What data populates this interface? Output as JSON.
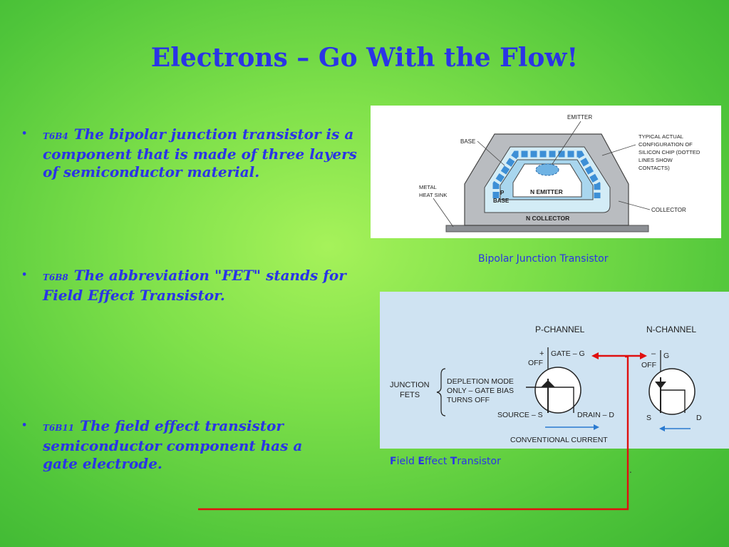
{
  "slide": {
    "title": "Electrons – Go With the Flow!",
    "bullets": [
      {
        "code": "T6B4",
        "text": "The bipolar junction transistor is a component that is made of three layers of semiconductor material."
      },
      {
        "code": "T6B8",
        "text": "The abbreviation \"FET\" stands for Field Effect Transistor."
      },
      {
        "code": "T6B11",
        "text": "The field effect transistor semiconductor component has a gate electrode."
      }
    ],
    "bullet_marker": "•",
    "bjt_caption": "Bipolar Junction Transistor",
    "fet_caption": {
      "f": "F",
      "ield": "ield ",
      "e": "E",
      "ffect": "ffect ",
      "t": "T",
      "ransistor": "ransistor"
    },
    "stray_mark": "."
  },
  "bjt_diagram": {
    "emitter": "EMITTER",
    "base": "BASE",
    "typical_1": "TYPICAL ACTUAL",
    "typical_2": "CONFIGURATION OF",
    "typical_3": "SILICON CHIP (DOTTED",
    "typical_4": "LINES SHOW",
    "typical_5": "CONTACTS)",
    "metal_1": "METAL",
    "metal_2": "HEAT SINK",
    "p": "P",
    "p_base": "BASE",
    "n_emitter": "N  EMITTER",
    "n_collector": "N  COLLECTOR",
    "collector": "COLLECTOR"
  },
  "fet_diagram": {
    "p_channel": "P-CHANNEL",
    "n_channel": "N-CHANNEL",
    "plus": "+",
    "minus": "–",
    "gate_g": "GATE – G",
    "g": "G",
    "off_p": "OFF",
    "off_n": "OFF",
    "junction": "JUNCTION",
    "fets": "FETS",
    "depl_1": "DEPLETION MODE",
    "depl_2": "ONLY – GATE BIAS",
    "depl_3": "TURNS OFF",
    "source_s": "SOURCE – S",
    "drain_d": "DRAIN – D",
    "s": "S",
    "d": "D",
    "conventional": "CONVENTIONAL CURRENT"
  },
  "colors": {
    "title": "#2a34e6",
    "red_line": "#e01010",
    "fet_bg": "#cfe3f2",
    "arrow_blue": "#2a7ad0"
  }
}
